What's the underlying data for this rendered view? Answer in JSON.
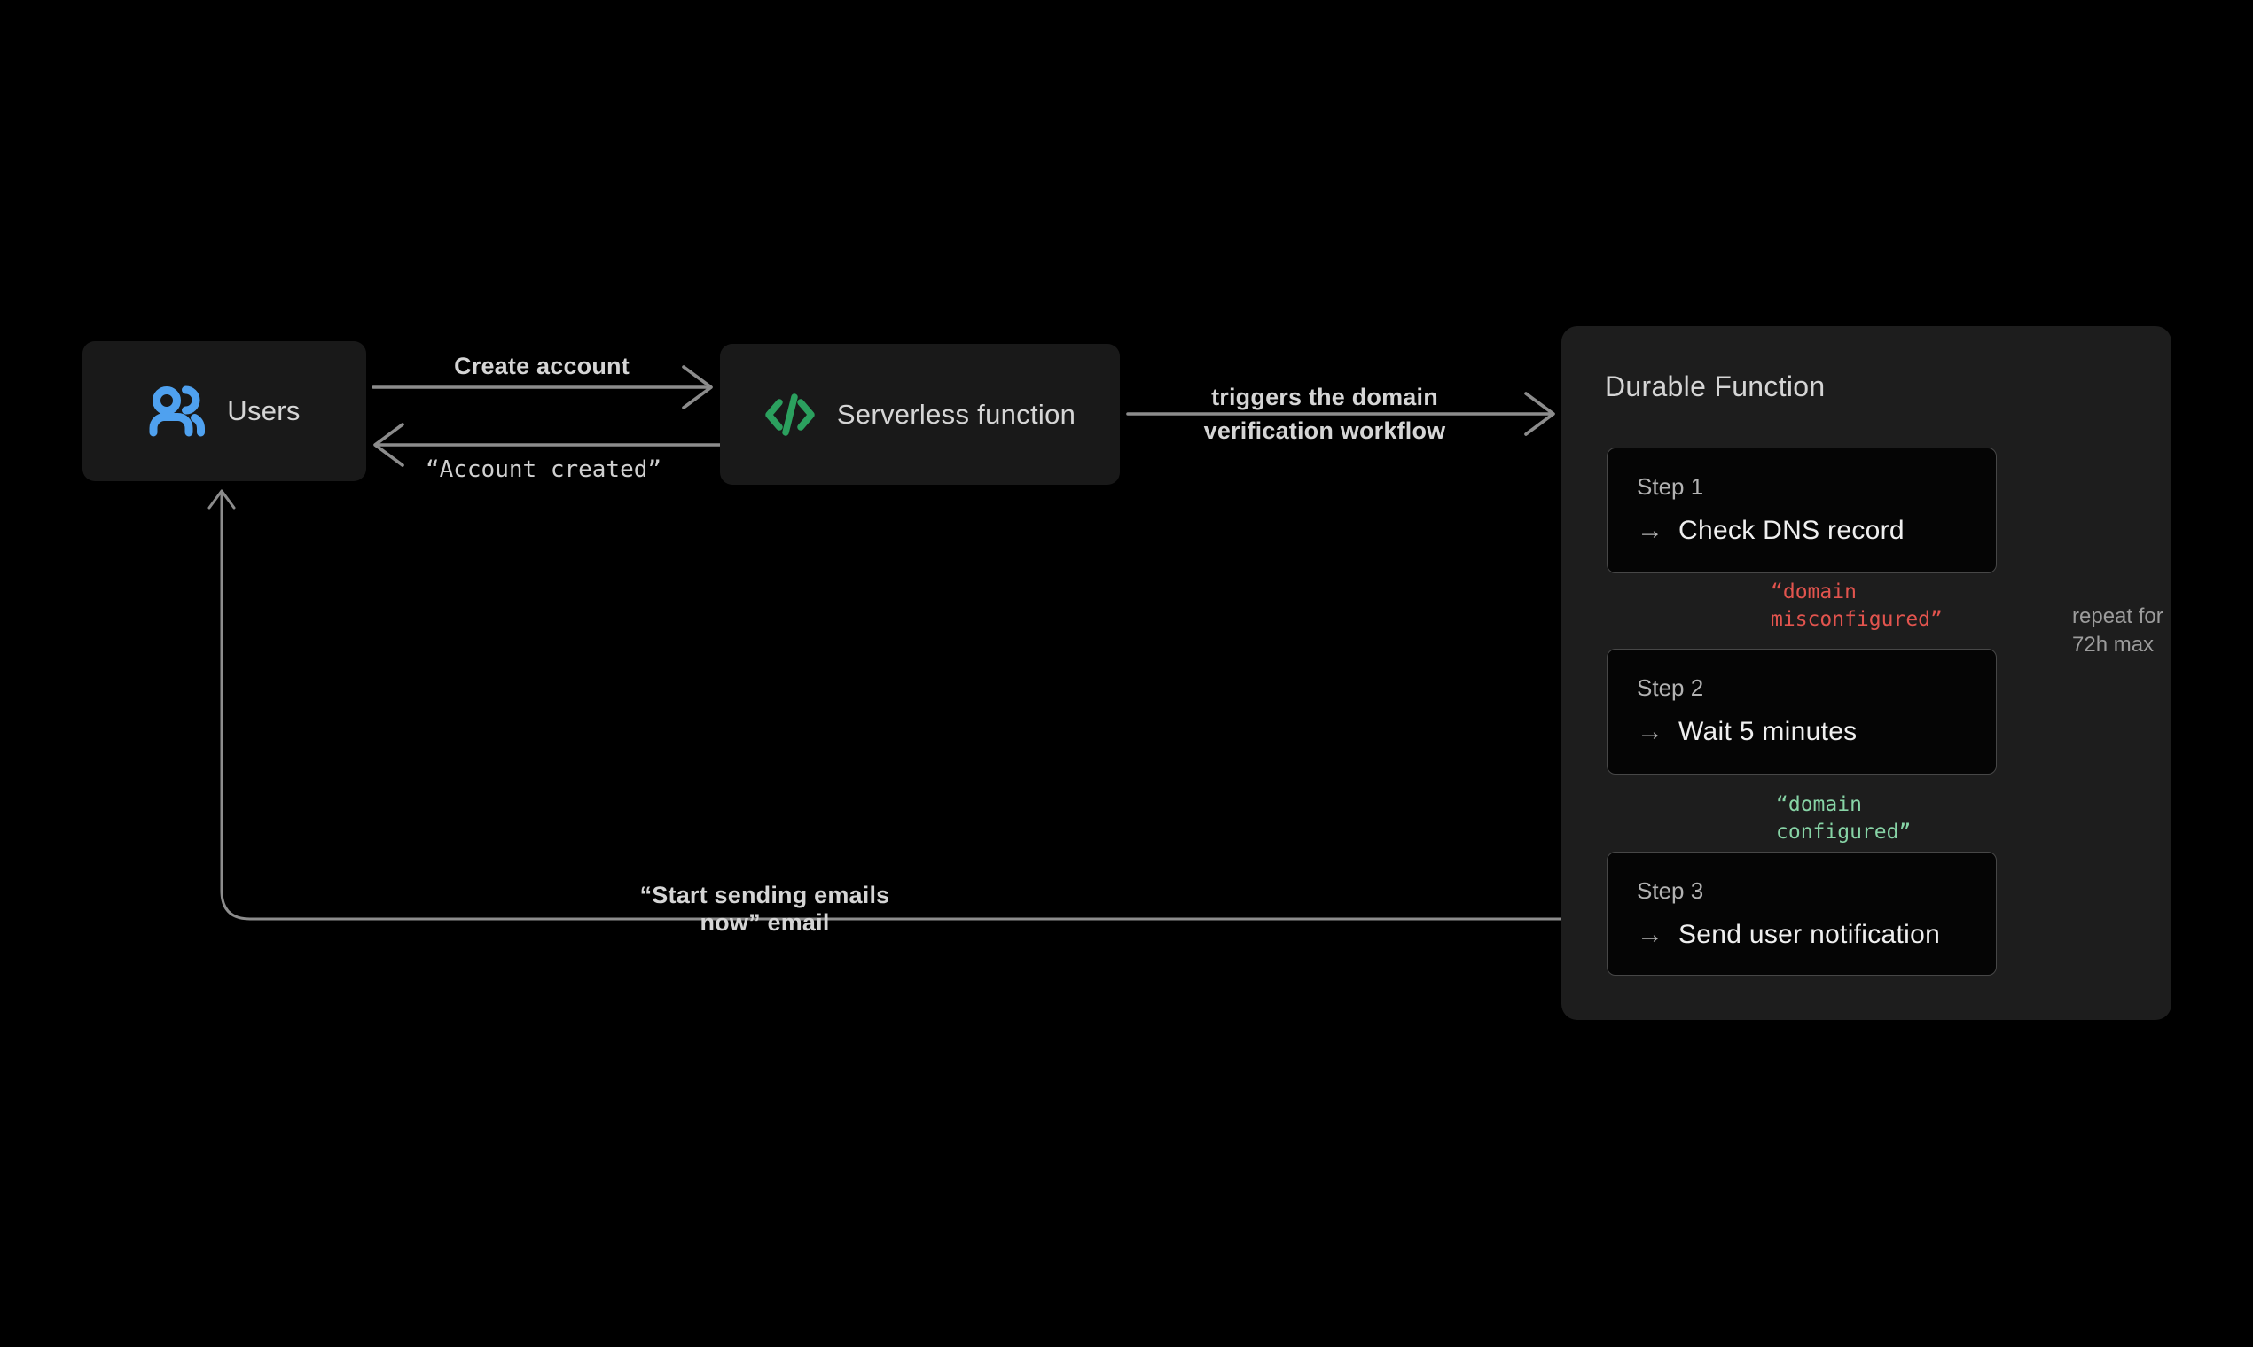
{
  "colors": {
    "bg": "#000000",
    "box_bg": "#191919",
    "panel_bg": "#1D1D1D",
    "step_bg": "#050505",
    "step_border": "#474747",
    "line": "#8C8C8C",
    "text_bright": "#EFEFEF",
    "text_main": "#D5D5D5",
    "text_dim": "#B3B3B3",
    "text_soft": "#9C9C9C",
    "mono_text": "#D0D0D0",
    "accent_blue": "#4FA1EF",
    "accent_green": "#2BA05E",
    "status_red": "#E2544E",
    "status_green": "#87D4A6"
  },
  "glyphs": {
    "arrow_right": "→"
  },
  "users_node": {
    "label": "Users",
    "icon": "users-icon"
  },
  "serverless_node": {
    "label": "Serverless function",
    "icon": "code-icon"
  },
  "durable": {
    "title": "Durable Function",
    "steps": [
      {
        "name": "Step 1",
        "action": "Check DNS record"
      },
      {
        "name": "Step 2",
        "action": "Wait 5 minutes"
      },
      {
        "name": "Step 3",
        "action": "Send user notification"
      }
    ]
  },
  "edges": {
    "create_account": {
      "label": "Create account"
    },
    "account_created": {
      "label": "“Account created”"
    },
    "triggers": {
      "label": "triggers the domain\nverification workflow"
    },
    "domain_misconfigured": {
      "label": "“domain\nmisconfigured”",
      "color": "#E2544E"
    },
    "domain_configured": {
      "label": "“domain\nconfigured”",
      "color": "#87D4A6"
    },
    "repeat_loop": {
      "label": "repeat for\n72h max"
    },
    "start_sending": {
      "label": "“Start sending emails now” email"
    }
  }
}
